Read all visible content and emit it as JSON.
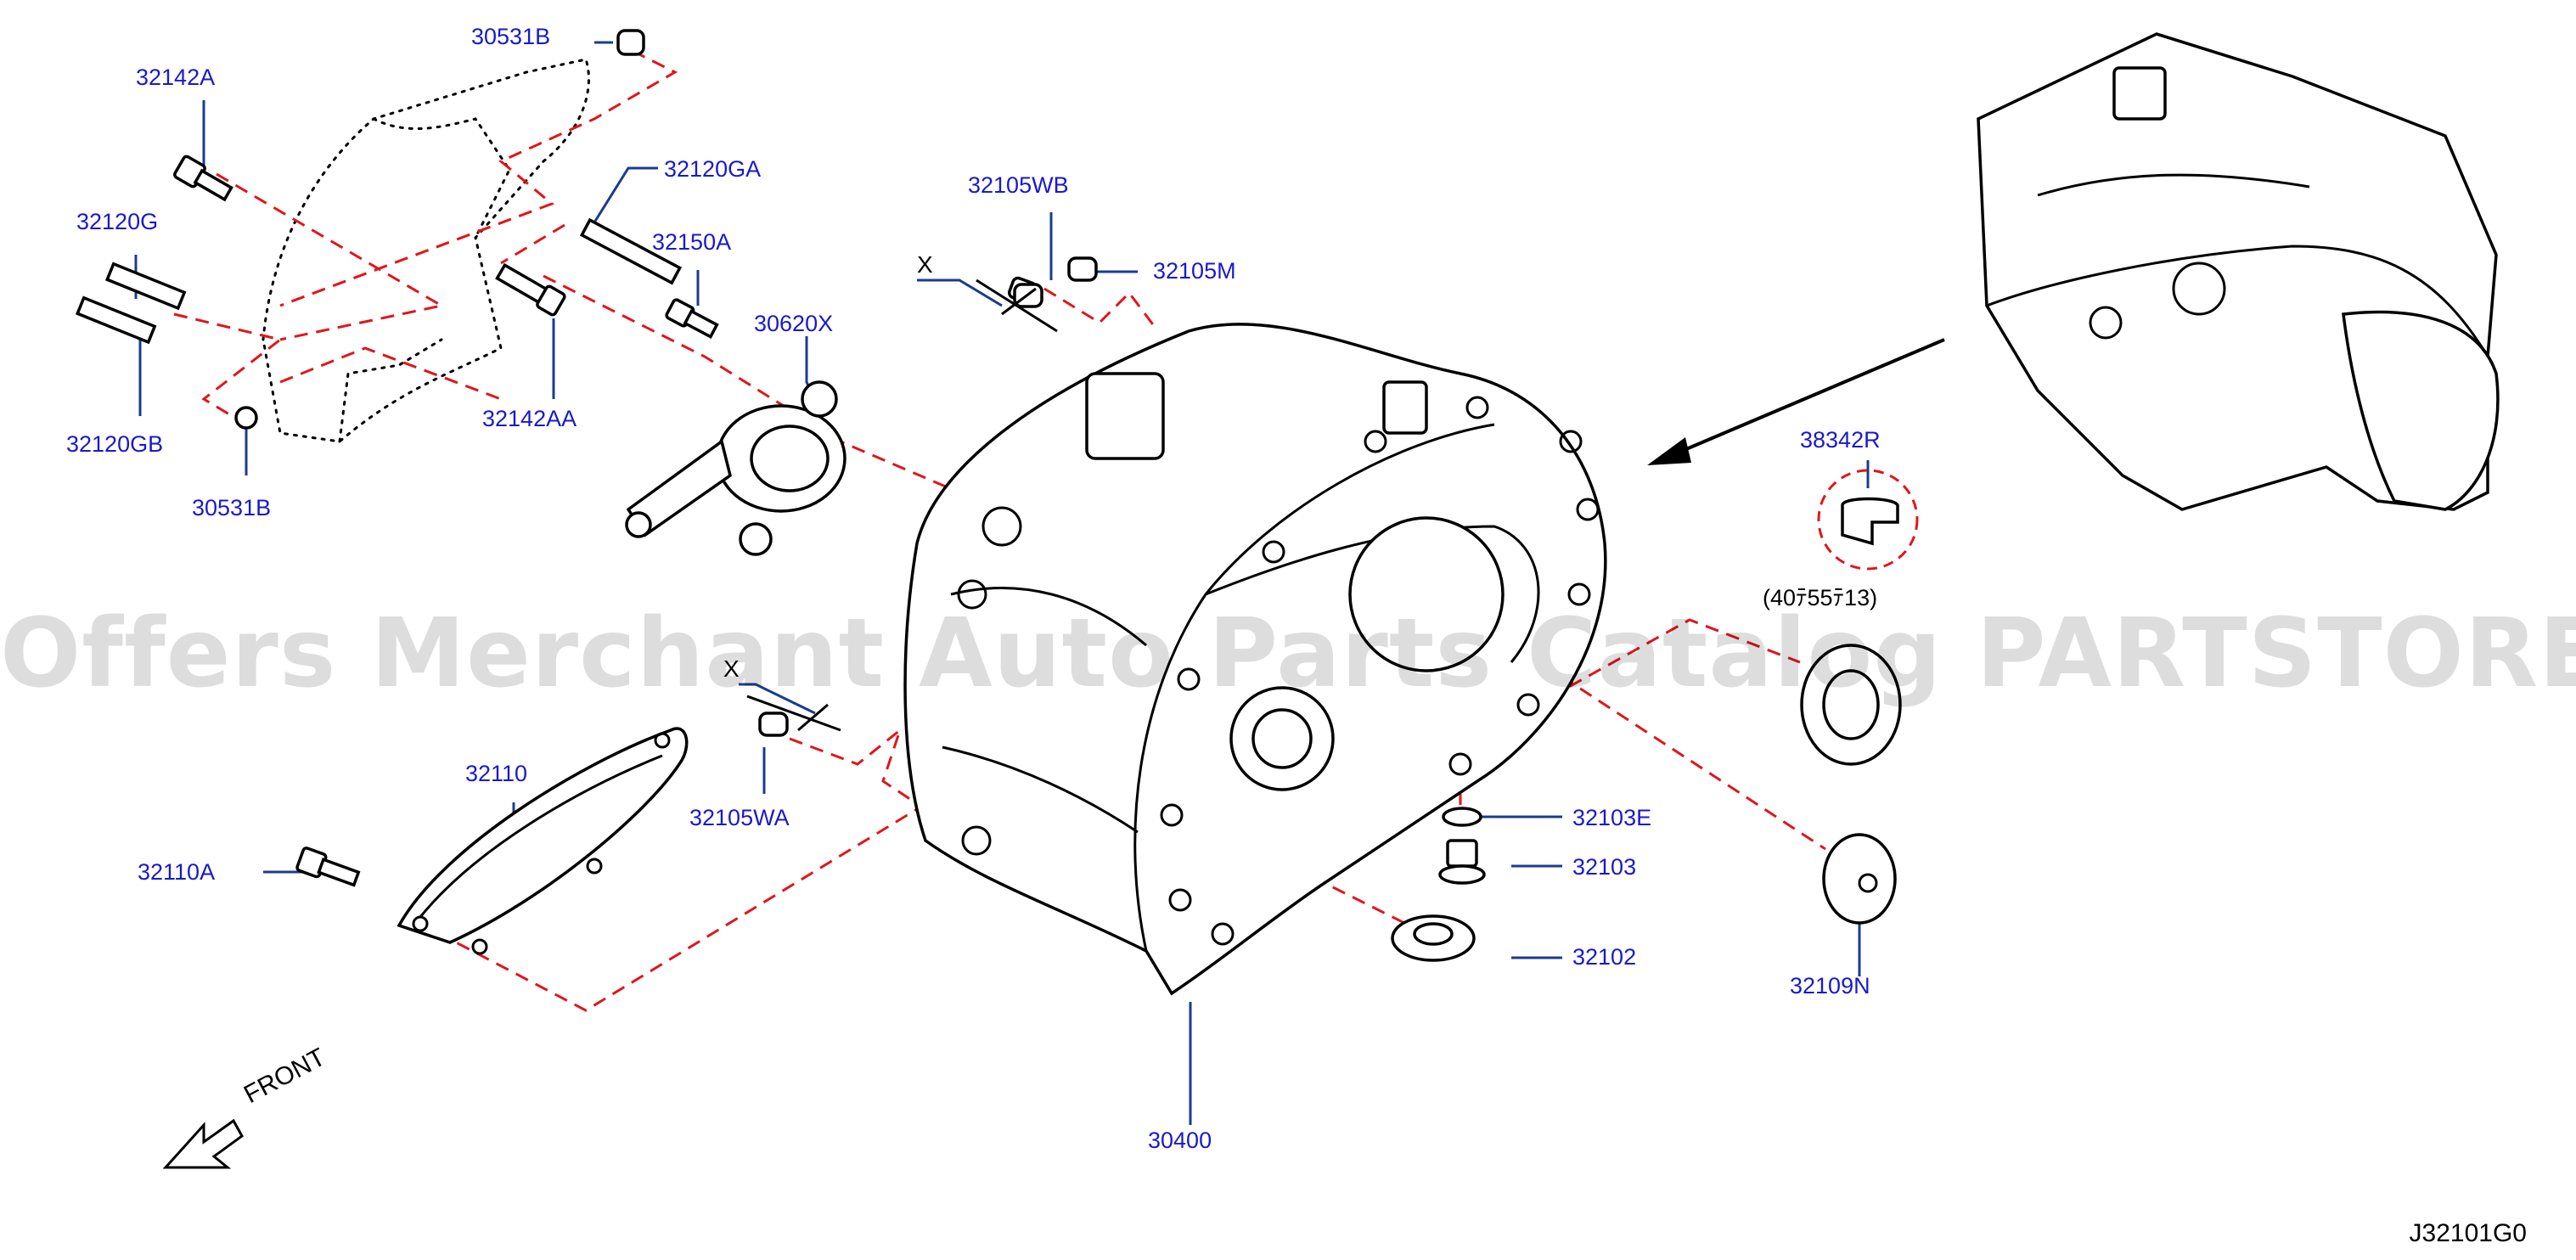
{
  "diagram": {
    "code": "J32101G0",
    "front_label": "FRONT",
    "watermark": "Offers Merchant Auto Parts Catalog PARTSTORE.SA",
    "seal_reference": "(40ﾃ55ﾃ13)",
    "x_marker": "X",
    "colors": {
      "callout": "#1a1ac8",
      "leader": "#1a3c8c",
      "dashed": "#e0161b",
      "outline": "#000000"
    },
    "callouts": [
      {
        "id": "30531B-top",
        "text": "30531B"
      },
      {
        "id": "32142A",
        "text": "32142A"
      },
      {
        "id": "32120GA",
        "text": "32120GA"
      },
      {
        "id": "32120G",
        "text": "32120G"
      },
      {
        "id": "32150A",
        "text": "32150A"
      },
      {
        "id": "32120GB",
        "text": "32120GB"
      },
      {
        "id": "32142AA",
        "text": "32142AA"
      },
      {
        "id": "30531B-bottom",
        "text": "30531B"
      },
      {
        "id": "32105WB",
        "text": "32105WB"
      },
      {
        "id": "32105M",
        "text": "32105M"
      },
      {
        "id": "30620X",
        "text": "30620X"
      },
      {
        "id": "38342R",
        "text": "38342R"
      },
      {
        "id": "32110",
        "text": "32110"
      },
      {
        "id": "32110A",
        "text": "32110A"
      },
      {
        "id": "32105WA",
        "text": "32105WA"
      },
      {
        "id": "32103E",
        "text": "32103E"
      },
      {
        "id": "32103",
        "text": "32103"
      },
      {
        "id": "32102",
        "text": "32102"
      },
      {
        "id": "32109N",
        "text": "32109N"
      },
      {
        "id": "30400",
        "text": "30400"
      }
    ]
  }
}
